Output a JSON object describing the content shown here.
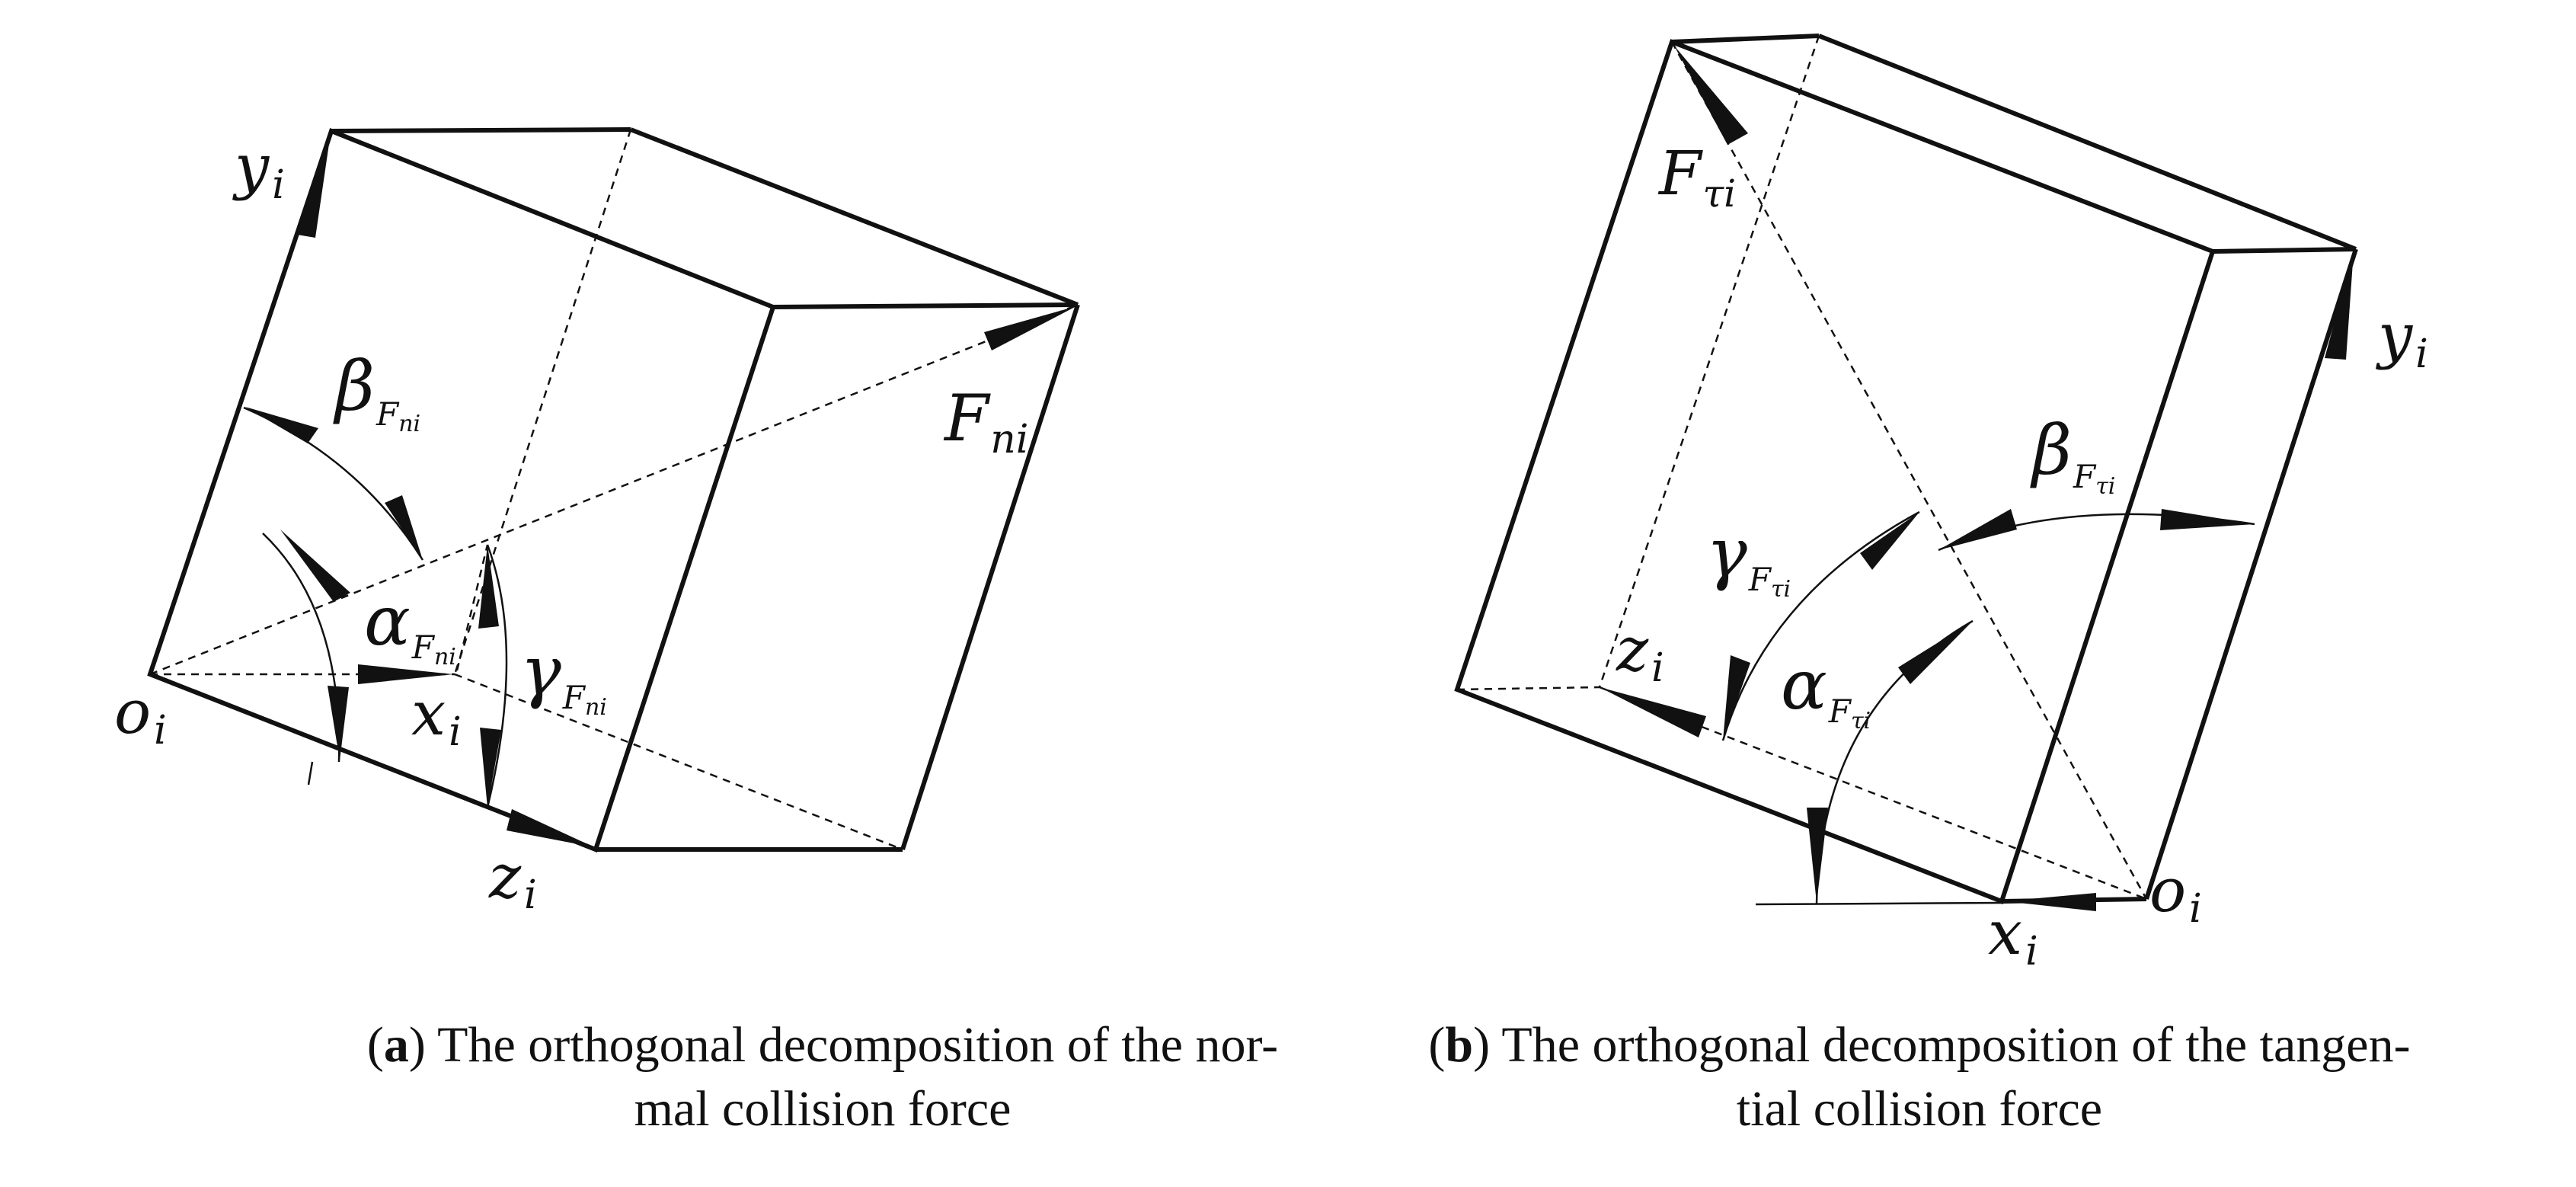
{
  "figure_a": {
    "labels": {
      "y_axis": "y",
      "y_axis_sub": "i",
      "x_axis": "x",
      "x_axis_sub": "i",
      "z_axis": "z",
      "z_axis_sub": "i",
      "origin": "o",
      "origin_sub": "i",
      "force": "F",
      "force_sub": "ni",
      "alpha": "α",
      "beta": "β",
      "gamma": "γ",
      "angle_sub_F": "F",
      "angle_sub_index": "ni"
    },
    "caption": {
      "tag": "a",
      "line1": "The orthogonal decomposition of the nor-",
      "line2": "mal collision force"
    }
  },
  "figure_b": {
    "labels": {
      "y_axis": "y",
      "y_axis_sub": "i",
      "x_axis": "x",
      "x_axis_sub": "i",
      "z_axis": "z",
      "z_axis_sub": "i",
      "origin": "o",
      "origin_sub": "i",
      "force": "F",
      "force_sub": "τi",
      "alpha": "α",
      "beta": "β",
      "gamma": "γ",
      "angle_sub_F": "F",
      "angle_sub_index": "τi"
    },
    "caption": {
      "tag": "b",
      "line1": "The orthogonal decomposition of the tangen-",
      "line2": "tial collision force"
    }
  },
  "colors": {
    "line": "#111111",
    "background": "#ffffff"
  }
}
